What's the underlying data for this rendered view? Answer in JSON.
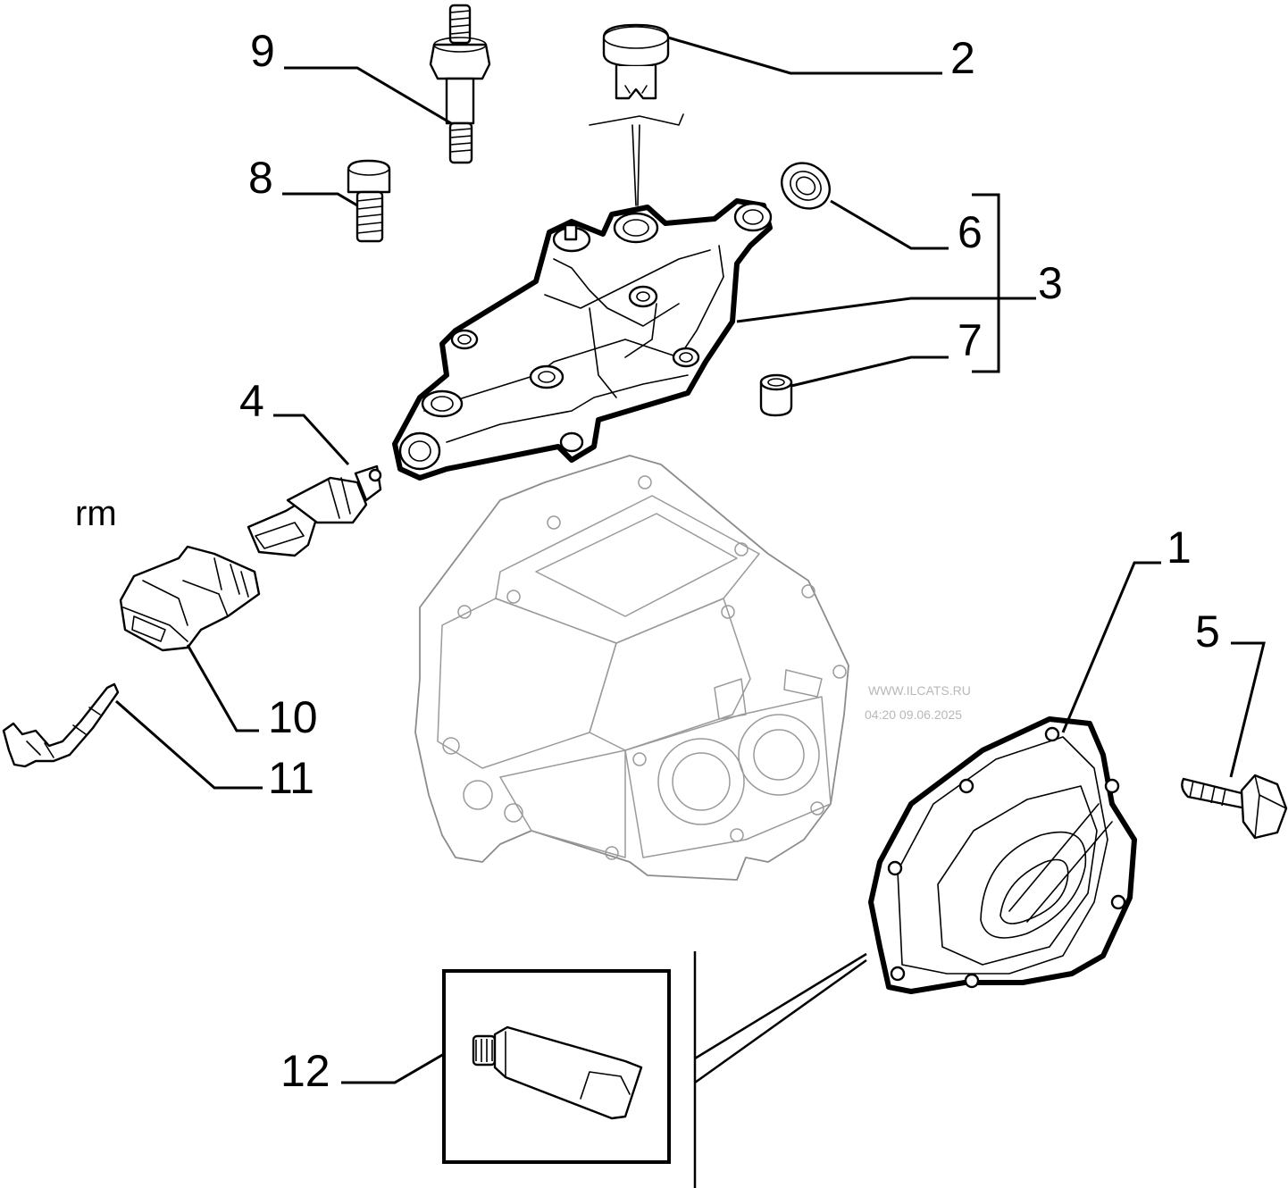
{
  "diagram": {
    "callouts": {
      "c1": "1",
      "c2": "2",
      "c3": "3",
      "c4": "4",
      "c5": "5",
      "c6": "6",
      "c7": "7",
      "c8": "8",
      "c9": "9",
      "c10": "10",
      "c11": "11",
      "c12": "12"
    },
    "variant_code": "rm",
    "watermark": {
      "site": "WWW.ILCATS.RU",
      "timestamp": "04:20 09.06.2025"
    }
  }
}
